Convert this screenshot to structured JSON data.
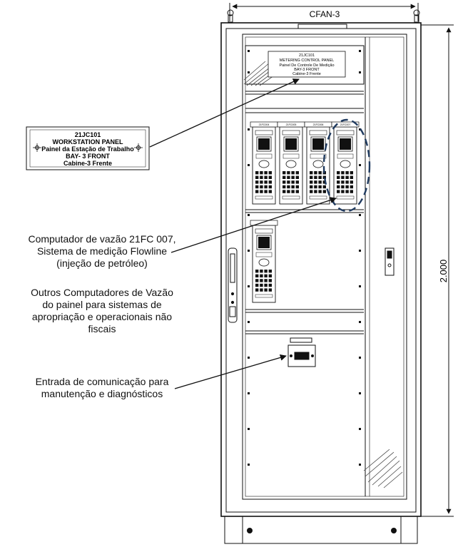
{
  "cabinet": {
    "id": "CFAN-3",
    "height_label": "2.000"
  },
  "header_plate": {
    "lines": [
      "21JC101",
      "METERING CONTROL PANEL",
      "Painel De Controle De Medição",
      "BAY-3 FRONT",
      "Cabine-3 Frente"
    ]
  },
  "workstation_label": {
    "lines": [
      "21JC101",
      "WORKSTATION PANEL",
      "Painel da Estação de Trabalho",
      "BAY- 3 FRONT",
      "Cabine-3 Frente"
    ]
  },
  "annotations": {
    "flow_computer": [
      "Computador de vazão 21FC 007,",
      "Sistema de medição Flowline",
      "(injeção de petróleo)"
    ],
    "other_computers": [
      "Outros Computadores de Vazão",
      "do painel para sistemas de",
      "apropriação e operacionais não",
      "fiscais"
    ],
    "comm_port": [
      "Entrada de comunicação para",
      "manutenção e diagnósticos"
    ]
  },
  "flow_computer_tags": [
    "21FC004",
    "21FC005",
    "21FC006",
    "21FC007"
  ],
  "colors": {
    "line": "#1a1a1a",
    "highlight_ellipse": "#1f3a5f",
    "hatch": "#444444"
  }
}
